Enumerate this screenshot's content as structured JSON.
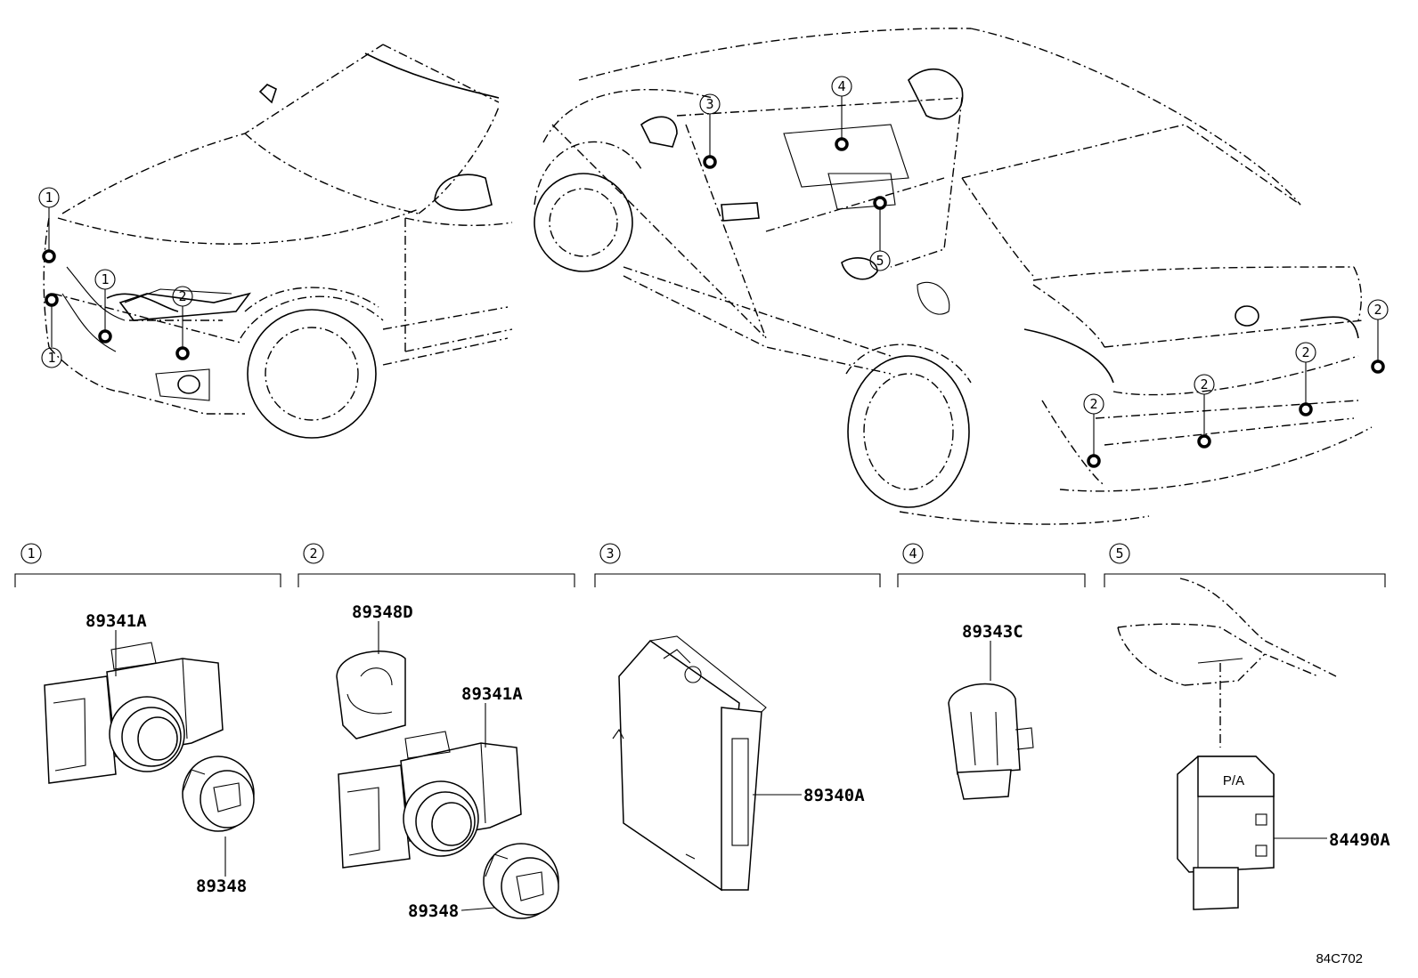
{
  "callouts": {
    "c1": "1",
    "c2": "2",
    "c3": "3",
    "c4": "4",
    "c5": "5"
  },
  "parts": {
    "p89341A_1": "89341A",
    "p89348_1": "89348",
    "p89348D": "89348D",
    "p89341A_2": "89341A",
    "p89348_2": "89348",
    "p89340A": "89340A",
    "p89343C": "89343C",
    "p84490A": "84490A"
  },
  "button_label": "P/A",
  "diagram_code": "84C702"
}
